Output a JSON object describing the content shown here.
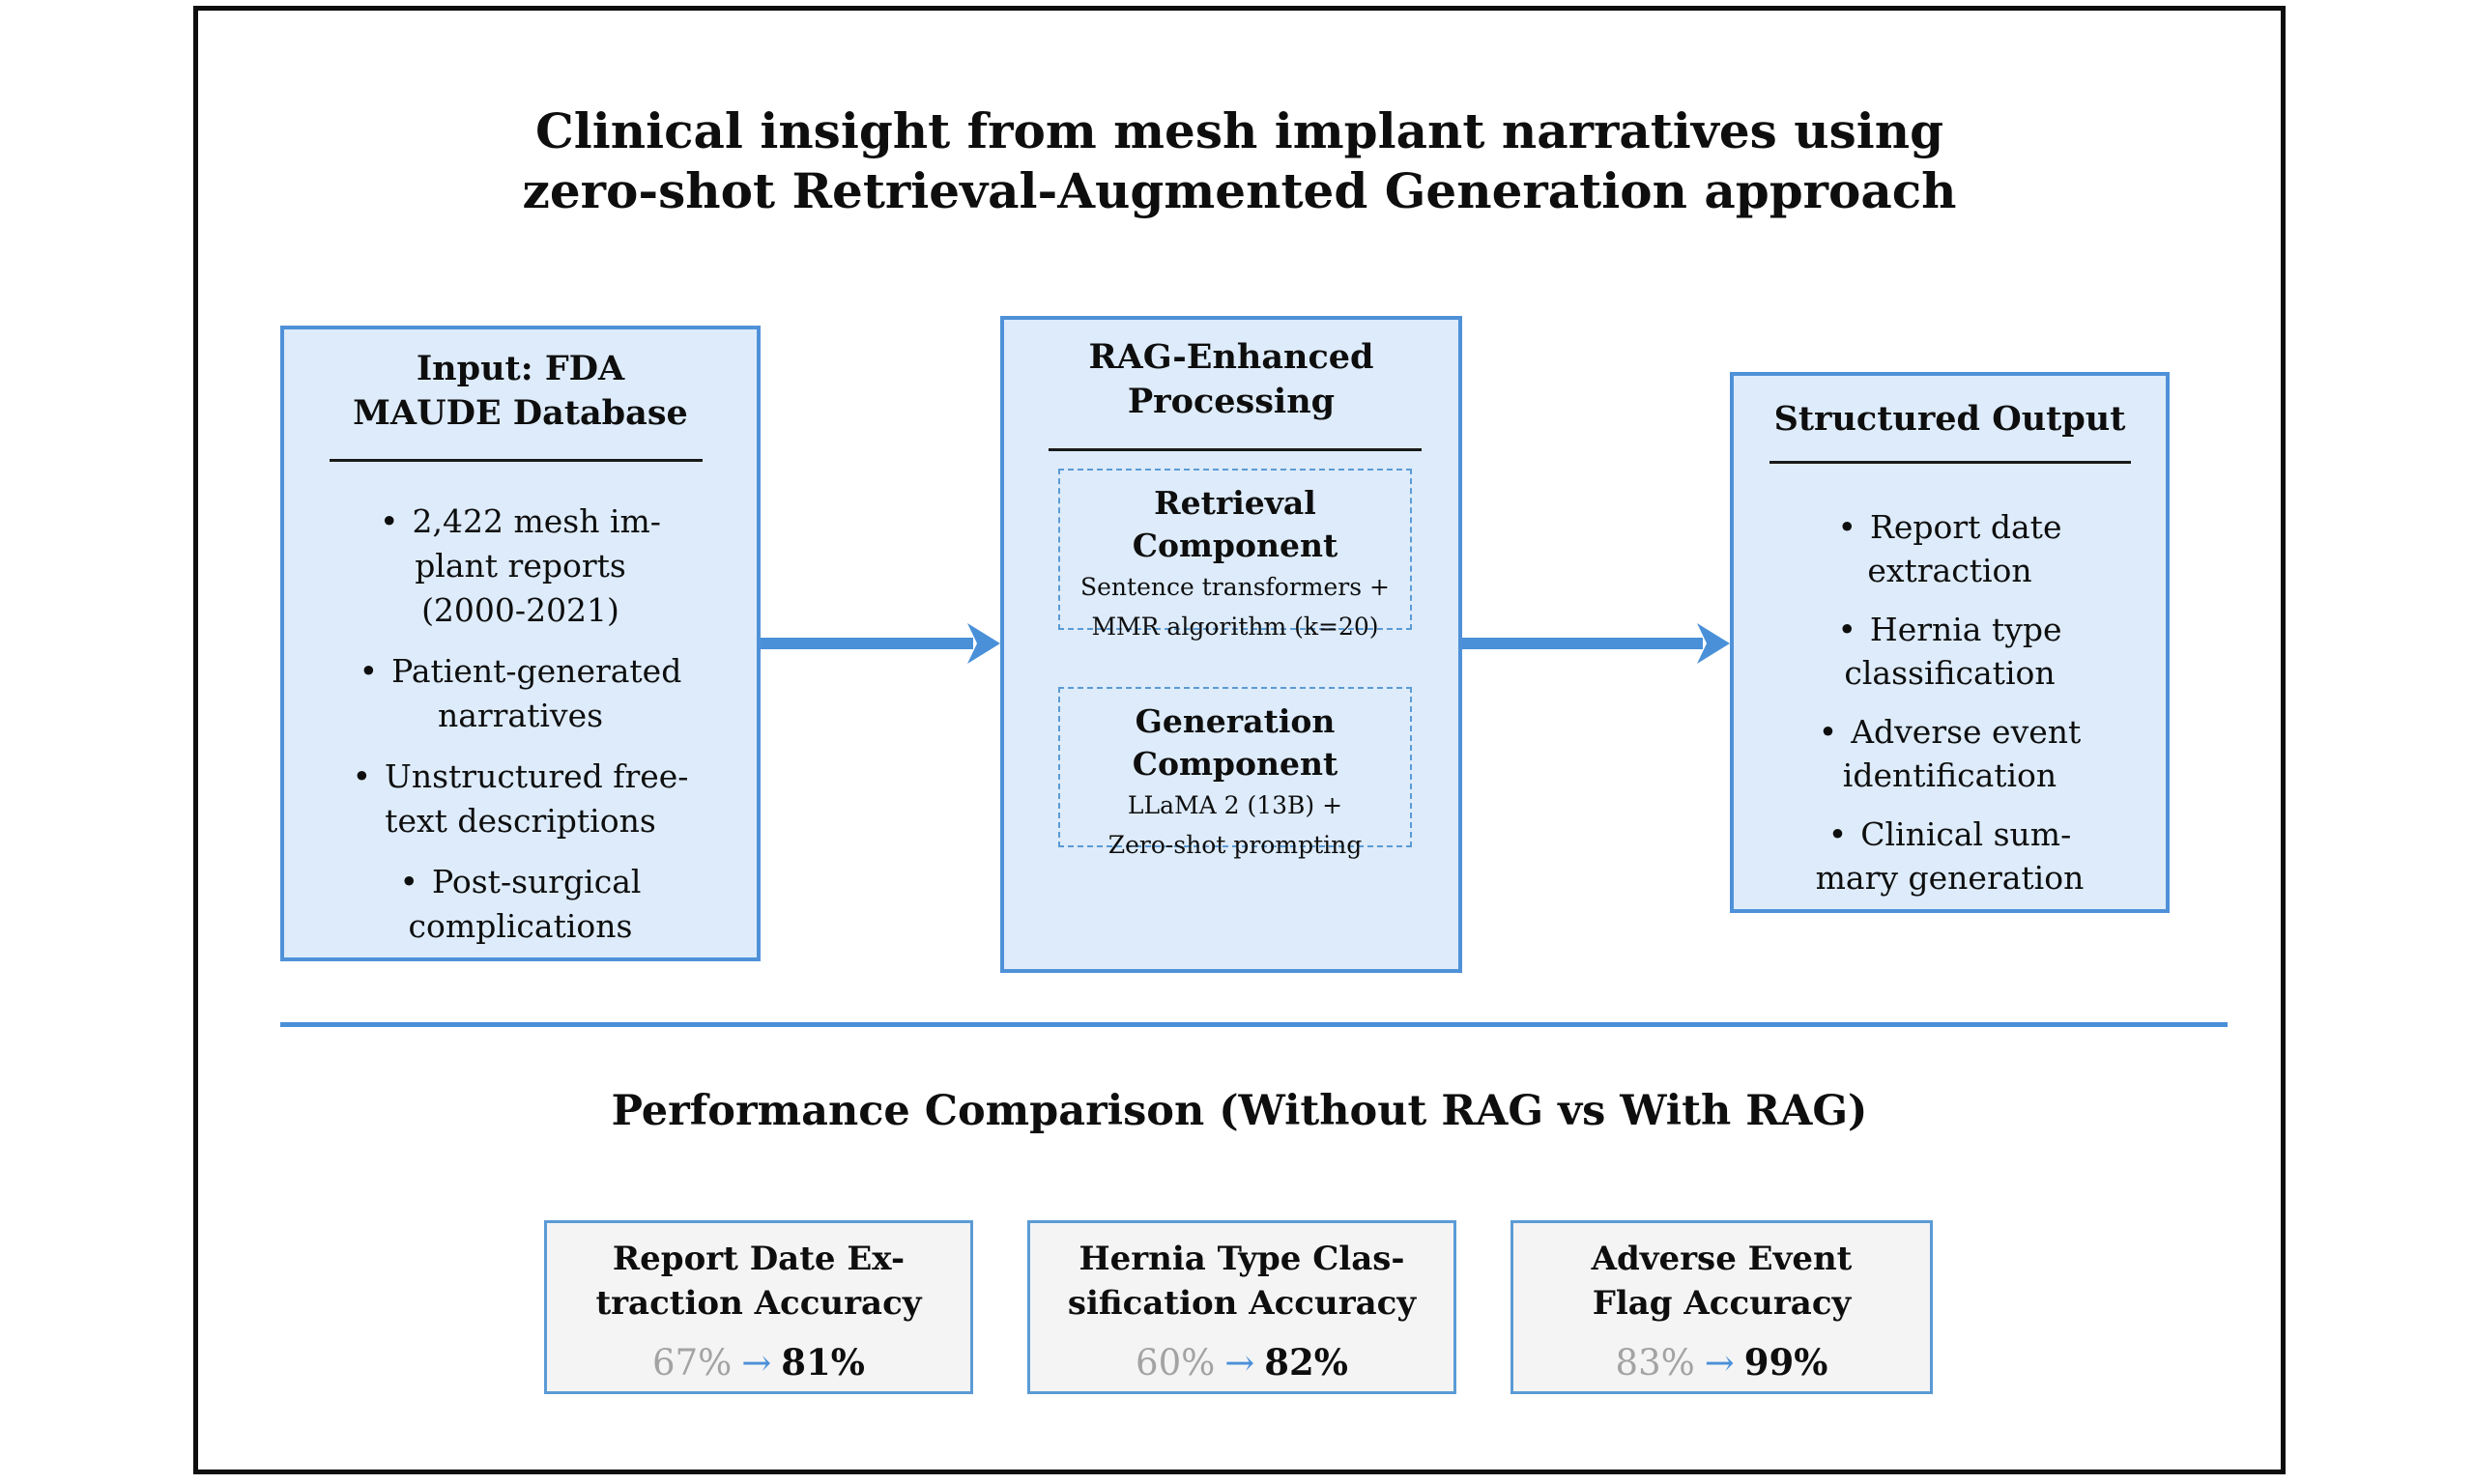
{
  "diagram": {
    "title": {
      "line1": "Clinical insight from mesh implant narratives using",
      "line2": "zero-shot Retrieval-Augmented Generation approach"
    },
    "input_box": {
      "title_line1": "Input: FDA",
      "title_line2": "MAUDE Database",
      "bullets": [
        {
          "lines": [
            "2,422 mesh im-",
            "plant reports",
            "(2000-2021)"
          ]
        },
        {
          "lines": [
            "Patient-generated",
            "narratives"
          ]
        },
        {
          "lines": [
            "Unstructured free-",
            "text descriptions"
          ]
        },
        {
          "lines": [
            "Post-surgical",
            "complications"
          ]
        }
      ]
    },
    "processing_box": {
      "title_line1": "RAG-Enhanced",
      "title_line2": "Processing",
      "retrieval": {
        "title_line1": "Retrieval",
        "title_line2": "Component",
        "detail_line1": "Sentence transformers +",
        "detail_line2": "MMR algorithm (k=20)"
      },
      "generation": {
        "title_line1": "Generation",
        "title_line2": "Component",
        "detail_line1": "LLaMA 2 (13B) +",
        "detail_line2": "Zero-shot prompting"
      }
    },
    "output_box": {
      "title": "Structured Output",
      "bullets": [
        {
          "lines": [
            "Report date",
            "extraction"
          ]
        },
        {
          "lines": [
            "Hernia type",
            "classification"
          ]
        },
        {
          "lines": [
            "Adverse event",
            "identification"
          ]
        },
        {
          "lines": [
            "Clinical sum-",
            "mary generation"
          ]
        }
      ]
    },
    "performance": {
      "heading": "Performance Comparison (Without RAG vs With RAG)",
      "metrics": [
        {
          "title_line1": "Report Date Ex-",
          "title_line2": "traction Accuracy",
          "before": "67%",
          "after": "81%"
        },
        {
          "title_line1": "Hernia Type Clas-",
          "title_line2": "sification Accuracy",
          "before": "60%",
          "after": "82%"
        },
        {
          "title_line1": "Adverse Event",
          "title_line2": "Flag Accuracy",
          "before": "83%",
          "after": "99%"
        }
      ]
    },
    "glyphs": {
      "bullet": "•",
      "arrow_right": "→"
    },
    "colors": {
      "box_fill": "#ddebfa",
      "box_border": "#4f91d8",
      "arrow": "#4a90d9",
      "divider": "#4a90d9",
      "metric_fill": "#f4f4f4",
      "metric_border": "#5b9bd5",
      "metric_before_text": "#a3a3a3",
      "frame_border": "#0e0e0e"
    }
  }
}
